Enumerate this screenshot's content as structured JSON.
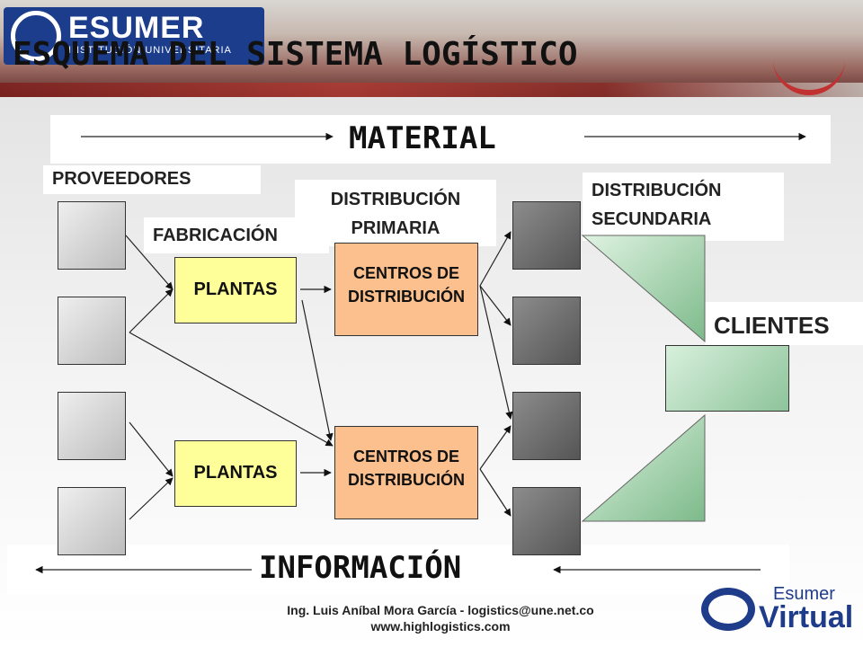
{
  "header": {
    "logo_text": "ESUMER",
    "logo_sub": "INSTITUCIÓN UNIVERSITARIA",
    "title": "ESQUEMA DEL SISTEMA LOGÍSTICO"
  },
  "flows": {
    "material": "MATERIAL",
    "informacion": "INFORMACIÓN"
  },
  "stages": {
    "proveedores": "PROVEEDORES",
    "fabricacion": "FABRICACIÓN",
    "distribucion_primaria": [
      "DISTRIBUCIÓN",
      "PRIMARIA"
    ],
    "distribucion_secundaria": [
      "DISTRIBUCIÓN",
      "SECUNDARIA"
    ],
    "clientes": "CLIENTES"
  },
  "nodes": {
    "plantas": [
      "PLANTAS",
      "PLANTAS"
    ],
    "centros": [
      [
        "CENTROS DE",
        "DISTRIBUCIÓN"
      ],
      [
        "CENTROS DE",
        "DISTRIBUCIÓN"
      ]
    ]
  },
  "footer": {
    "line1": "Ing.  Luis Aníbal Mora García - logistics@une.net.co",
    "line2": "www.highlogistics.com"
  },
  "brand": {
    "esumer_virtual_1": "Esumer",
    "esumer_virtual_2": "Virtual"
  },
  "colors": {
    "plant_fill": "#ffff99",
    "centro_fill": "#fcc08e",
    "client_fill": "#8dc49a",
    "logo_blue": "#1b3d8c"
  }
}
